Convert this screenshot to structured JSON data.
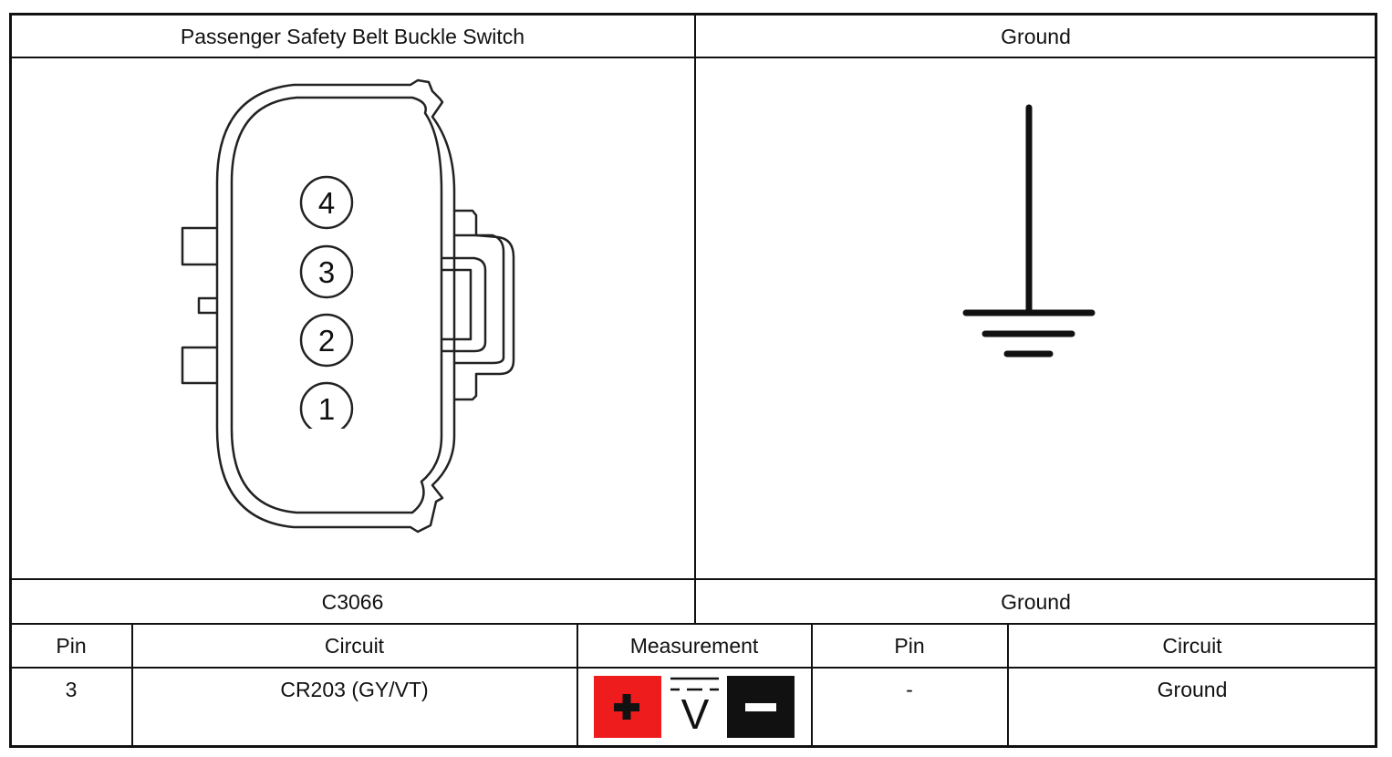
{
  "left_header": "Passenger Safety Belt Buckle Switch",
  "right_header": "Ground",
  "connector": {
    "pins": [
      "4",
      "3",
      "2",
      "1"
    ]
  },
  "left_footer": "C3066",
  "right_footer": "Ground",
  "table": {
    "columns": [
      "Pin",
      "Circuit",
      "Measurement",
      "Pin",
      "Circuit"
    ],
    "row": {
      "pin_left": "3",
      "circuit_left": "CR203 (GY/VT)",
      "measurement_symbol": "V",
      "pin_right": "-",
      "circuit_right": "Ground"
    }
  },
  "colors": {
    "plus_box": "#ee1c1c",
    "minus_box": "#111111"
  },
  "icons": [
    "plus-icon",
    "voltage-dc-icon",
    "minus-icon",
    "ground-symbol-icon"
  ]
}
